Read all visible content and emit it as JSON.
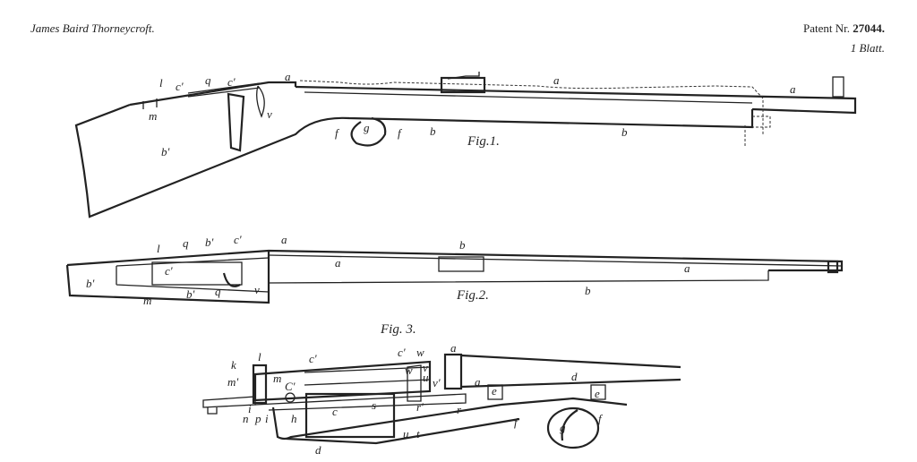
{
  "header": {
    "inventor": "James Baird Thorneycroft.",
    "patent_label": "Patent Nr.",
    "patent_number": "27044.",
    "sheet": "1 Blatt."
  },
  "figures": [
    {
      "caption": "Fig.1.",
      "labels": [
        "l",
        "c'",
        "q",
        "c'",
        "a",
        "a",
        "a",
        "m",
        "v",
        "b'",
        "f",
        "g",
        "f",
        "b",
        "b"
      ]
    },
    {
      "caption": "Fig.2.",
      "labels": [
        "l",
        "q",
        "b'",
        "c'",
        "a",
        "b",
        "a",
        "a",
        "b'",
        "c'",
        "m",
        "b'",
        "q",
        "v",
        "b"
      ]
    },
    {
      "caption": "Fig. 3.",
      "labels": [
        "k",
        "l",
        "c'",
        "c'",
        "w",
        "a",
        "m'",
        "m",
        "C'",
        "w",
        "v",
        "u",
        "v'",
        "a",
        "d",
        "e",
        "e",
        "i",
        "s",
        "c",
        "r'",
        "r",
        "n",
        "p",
        "i",
        "h",
        "f",
        "g",
        "f",
        "u",
        "t",
        "d"
      ]
    }
  ]
}
